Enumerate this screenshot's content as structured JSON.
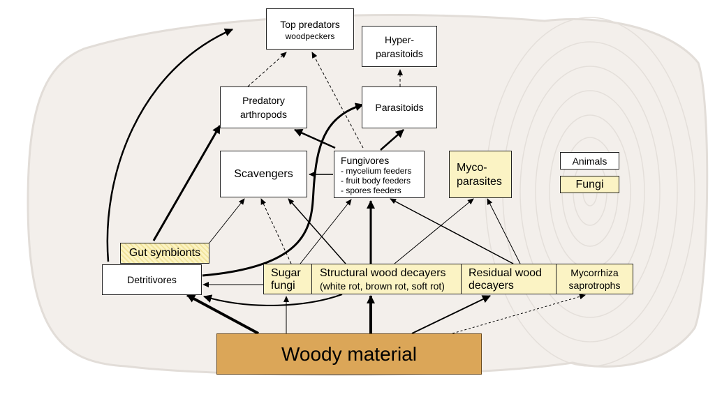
{
  "nodes": {
    "top_predators": {
      "title": "Top predators",
      "subtitle": "woodpeckers"
    },
    "hyperparasitoids": {
      "line1": "Hyper-",
      "line2": "parasitoids"
    },
    "predatory_arthropods": {
      "line1": "Predatory",
      "line2": "arthropods"
    },
    "parasitoids": {
      "label": "Parasitoids"
    },
    "scavengers": {
      "label": "Scavengers"
    },
    "fungivores": {
      "title": "Fungivores",
      "items": [
        "- mycelium feeders",
        "- fruit body feeders",
        "- spores feeders"
      ]
    },
    "mycoparasites": {
      "line1": "Myco-",
      "line2": "parasites"
    },
    "gut_symbionts": {
      "label": "Gut symbionts"
    },
    "detritivores": {
      "label": "Detritivores"
    },
    "sugar_fungi": {
      "line1": "Sugar",
      "line2": "fungi"
    },
    "structural_decayers": {
      "title": "Structural wood decayers",
      "subtitle": "(white rot, brown rot, soft rot)"
    },
    "residual_decayers": {
      "line1": "Residual wood",
      "line2": "decayers"
    },
    "mycorrhiza": {
      "line1": "Mycorrhiza",
      "line2": "saprotrophs"
    },
    "woody_material": {
      "label": "Woody material"
    }
  },
  "legend": {
    "animals": "Animals",
    "fungi": "Fungi"
  },
  "colors": {
    "animal_box": "#ffffff",
    "fungus_box": "#fbf3c4",
    "woody_material": "#dba658",
    "log_background": "#f3efeb"
  }
}
